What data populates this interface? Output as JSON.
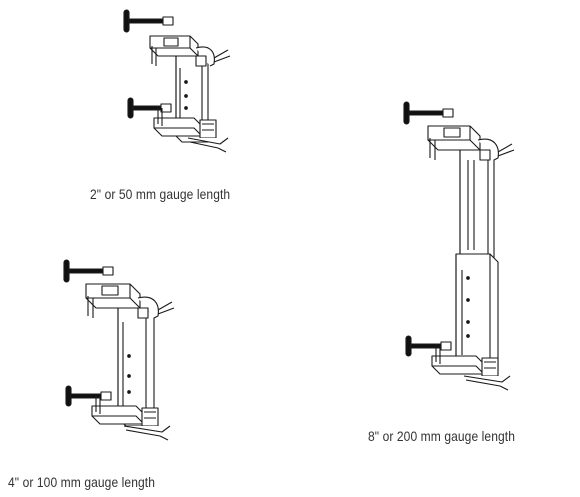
{
  "figures": [
    {
      "id": "small",
      "caption": "2\" or 50 mm gauge length"
    },
    {
      "id": "medium",
      "caption": "4\" or 100 mm gauge length"
    },
    {
      "id": "large",
      "caption": "8\" or 200 mm gauge length"
    }
  ],
  "colors": {
    "line": "#1a1a1a",
    "fill": "#ffffff",
    "knob": "#111111",
    "text": "#333333"
  }
}
